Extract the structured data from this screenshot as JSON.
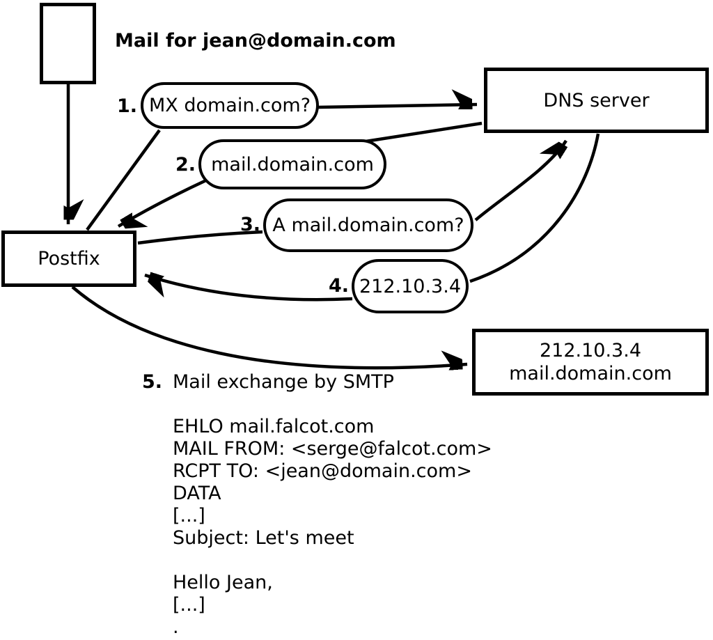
{
  "diagram": {
    "title": "Mail for jean@domain.com",
    "nodes": {
      "postfix": {
        "label": "Postfix"
      },
      "dns_server": {
        "label": "DNS server"
      },
      "mail_server": {
        "ip": "212.10.3.4",
        "hostname": "mail.domain.com"
      }
    },
    "steps": [
      {
        "number": "1.",
        "label": "MX domain.com?"
      },
      {
        "number": "2.",
        "label": "mail.domain.com"
      },
      {
        "number": "3.",
        "label": "A mail.domain.com?"
      },
      {
        "number": "4.",
        "label": "212.10.3.4"
      },
      {
        "number": "5.",
        "label": "Mail exchange by SMTP"
      }
    ],
    "smtp_session": "EHLO mail.falcot.com\nMAIL FROM: <serge@falcot.com>\nRCPT TO: <jean@domain.com>\nDATA\n[...]\nSubject: Let's meet\n\nHello Jean,\n[...]\n."
  },
  "colors": {
    "line": "#000000",
    "background": "#ffffff",
    "node_fill": "#ffffff"
  }
}
